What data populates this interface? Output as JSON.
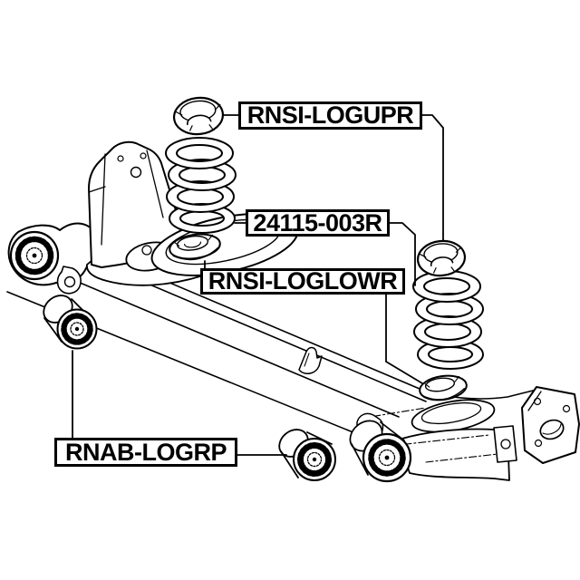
{
  "page": {
    "background_color": "#ffffff",
    "line_color": "#000000"
  },
  "callouts": {
    "upper_seat": {
      "label": "RNSI-LOGUPR"
    },
    "coil_spring": {
      "label": "24115-003R"
    },
    "lower_seat": {
      "label": "RNSI-LOGLOWR"
    },
    "arm_bushing": {
      "label": "RNAB-LOGRP"
    }
  }
}
